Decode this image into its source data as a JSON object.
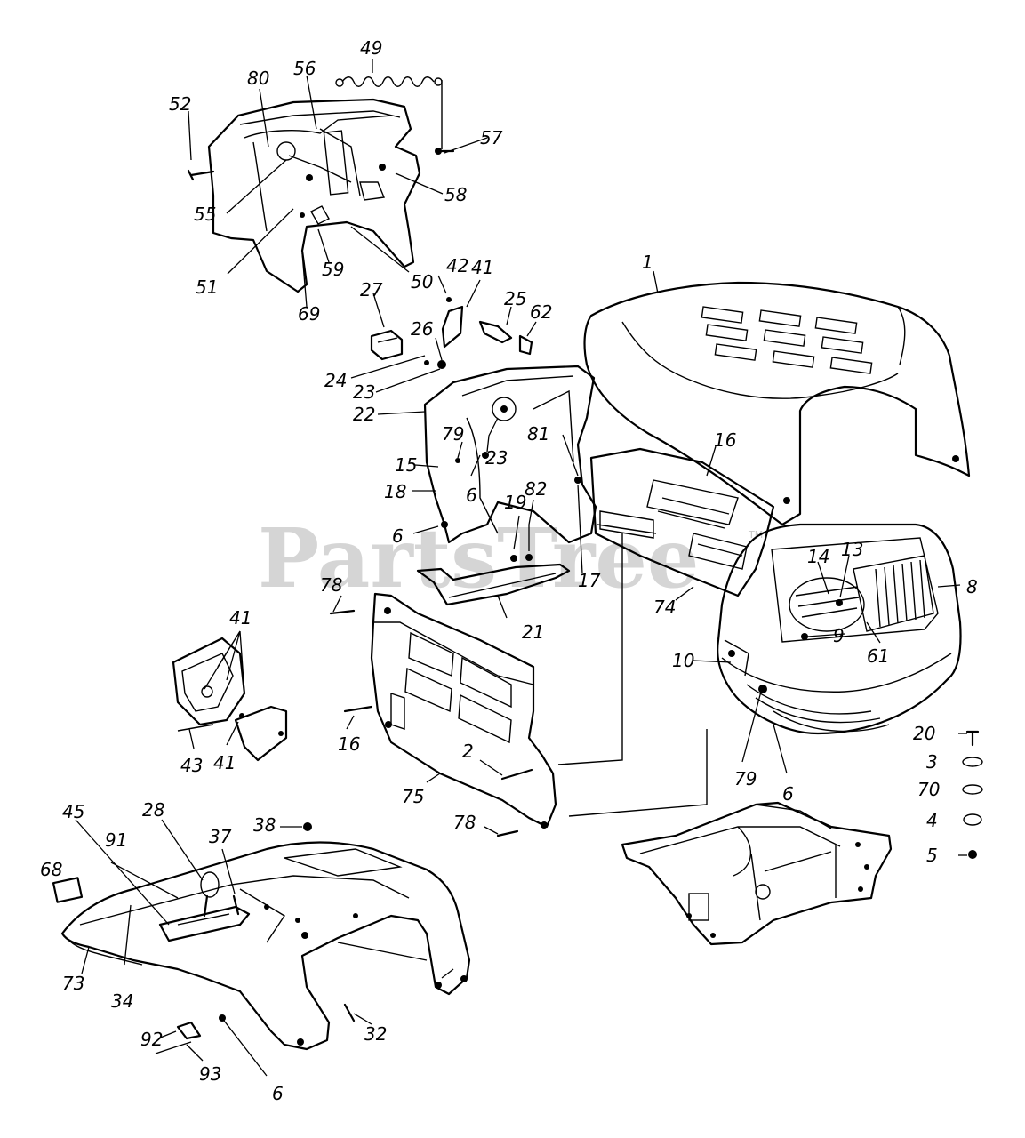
{
  "watermark": {
    "text": "PartsTree",
    "trademark": "TM"
  },
  "callouts": {
    "c1": "1",
    "c2": "2",
    "c3": "3",
    "c4": "4",
    "c5": "5",
    "c6a": "6",
    "c6b": "6",
    "c6c": "6",
    "c6d": "6",
    "c8": "8",
    "c9": "9",
    "c10": "10",
    "c13": "13",
    "c14": "14",
    "c15": "15",
    "c16a": "16",
    "c16b": "16",
    "c17": "17",
    "c18": "18",
    "c19": "19",
    "c20": "20",
    "c21": "21",
    "c22": "22",
    "c23a": "23",
    "c23b": "23",
    "c24": "24",
    "c25": "25",
    "c26": "26",
    "c27": "27",
    "c28": "28",
    "c32": "32",
    "c34": "34",
    "c37": "37",
    "c38": "38",
    "c41a": "41",
    "c41b": "41",
    "c41c": "41",
    "c42": "42",
    "c43": "43",
    "c45": "45",
    "c49": "49",
    "c50": "50",
    "c51": "51",
    "c52": "52",
    "c55": "55",
    "c56": "56",
    "c57": "57",
    "c58": "58",
    "c59": "59",
    "c61": "61",
    "c62": "62",
    "c68": "68",
    "c69": "69",
    "c70": "70",
    "c73": "73",
    "c74": "74",
    "c75": "75",
    "c78a": "78",
    "c78b": "78",
    "c79a": "79",
    "c79b": "79",
    "c80": "80",
    "c81": "81",
    "c82": "82",
    "c91": "91",
    "c92": "92",
    "c93": "93"
  }
}
